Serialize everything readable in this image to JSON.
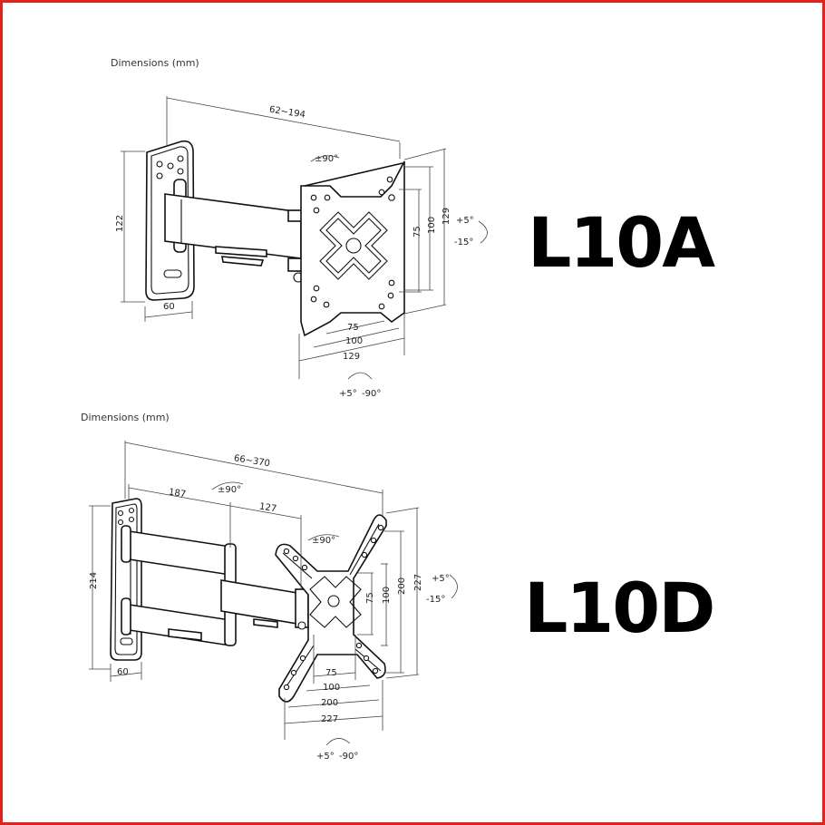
{
  "frame": {
    "border_color": "#e3231b"
  },
  "top": {
    "header": "Dimensions (mm)",
    "model": "L10A",
    "dims": {
      "extension": "62~194",
      "wall_height": "122",
      "wall_width": "60",
      "vesa_v75": "75",
      "vesa_v100": "100",
      "plate_h": "129",
      "vesa_h75": "75",
      "vesa_h100": "100",
      "plate_w": "129",
      "swivel": "±90°",
      "tilt_up": "+5°",
      "tilt_down": "-15°",
      "rot_a": "+5°",
      "rot_b": "-90°"
    }
  },
  "bottom": {
    "header": "Dimensions (mm)",
    "model": "L10D",
    "dims": {
      "extension": "66~370",
      "arm1": "187",
      "arm2": "127",
      "swivel1": "±90°",
      "swivel2": "±90°",
      "wall_height": "214",
      "wall_width": "60",
      "vesa_v75": "75",
      "vesa_v100": "100",
      "vesa_v200": "200",
      "plate_h": "227",
      "vesa_h75": "75",
      "vesa_h100": "100",
      "vesa_h200": "200",
      "plate_w": "227",
      "tilt_up": "+5°",
      "tilt_down": "-15°",
      "rot_a": "+5°",
      "rot_b": "-90°"
    }
  }
}
